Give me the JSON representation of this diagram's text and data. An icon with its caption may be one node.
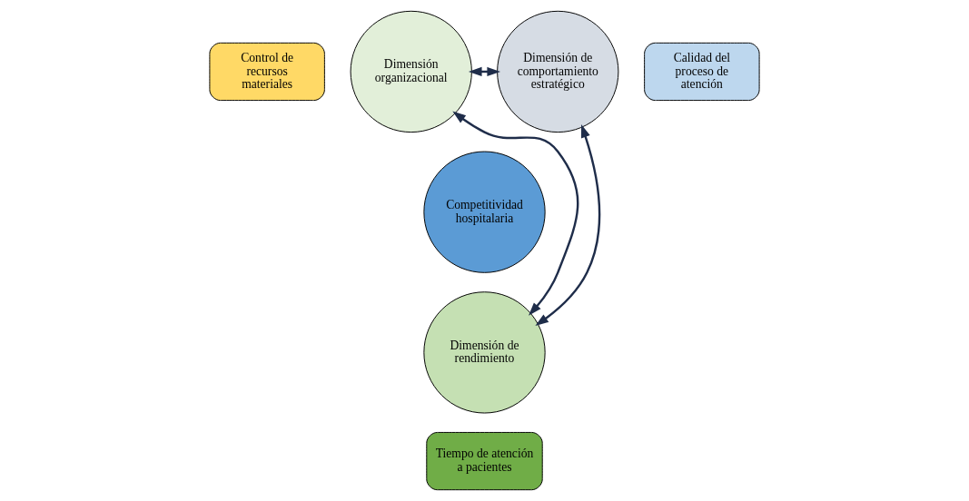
{
  "diagram": {
    "nodes": [
      {
        "text": [
          "Control de recursos materiales"
        ]
      },
      {
        "text": [
          "Dimensión organizacional"
        ]
      },
      {
        "text": [
          "Competitividad hospitalaria"
        ]
      },
      {
        "text": [
          "Dimensión de comportamiento estratégico"
        ]
      },
      {
        "text": [
          "Calidad del proceso de atención"
        ]
      },
      {
        "text": [
          "Dimensión de rendimiento"
        ]
      },
      {
        "text": [
          "Tiempo de atención a pacientes"
        ]
      }
    ],
    "edges": [
      {
        "from": 1,
        "to": 3,
        "arrow": "both"
      },
      {
        "from": 1,
        "to": 5,
        "arrow": "both"
      },
      {
        "from": 3,
        "to": 5,
        "arrow": "both"
      }
    ]
  }
}
